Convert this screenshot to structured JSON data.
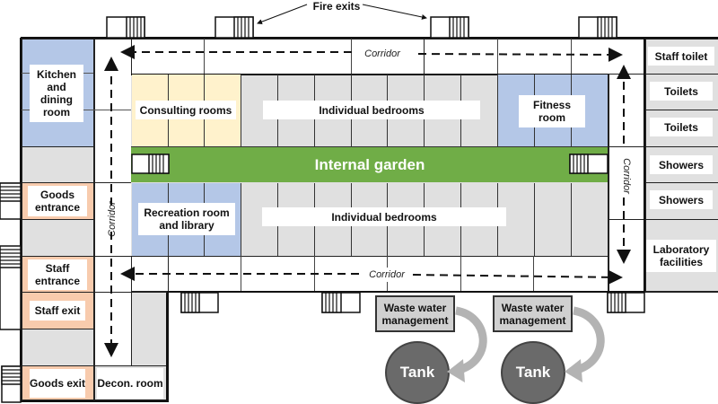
{
  "title_annotation": "Fire exits",
  "colors": {
    "blue_room": "#b4c7e7",
    "yellow_room": "#fff2cc",
    "grey_room": "#e0e0e0",
    "orange_room": "#f8cbad",
    "garden": "#70ad47",
    "waste_box": "#d0d0d0",
    "tank": "#6a6a6a",
    "flow_arrow": "#b3b3b3"
  },
  "rooms": {
    "kitchen": "Kitchen and dining room",
    "consulting": "Consulting rooms",
    "bedrooms_top": "Individual bedrooms",
    "fitness": "Fitness room",
    "garden": "Internal garden",
    "recreation": "Recreation room and library",
    "bedrooms_bottom": "Individual bedrooms",
    "goods_entrance": "Goods entrance",
    "staff_entrance": "Staff entrance",
    "staff_exit": "Staff exit",
    "goods_exit": "Goods exit",
    "decon": "Decon. room",
    "staff_toilet": "Staff toilet",
    "toilets_1": "Toilets",
    "toilets_2": "Toilets",
    "showers_1": "Showers",
    "showers_2": "Showers",
    "laboratory": "Laboratory facilities"
  },
  "corridors": {
    "top": "Corridor",
    "bottom": "Corridor",
    "left": "Corridor",
    "right": "Corridor"
  },
  "waste": [
    {
      "label": "Waste water management",
      "tank": "Tank"
    },
    {
      "label": "Waste water management",
      "tank": "Tank"
    }
  ]
}
